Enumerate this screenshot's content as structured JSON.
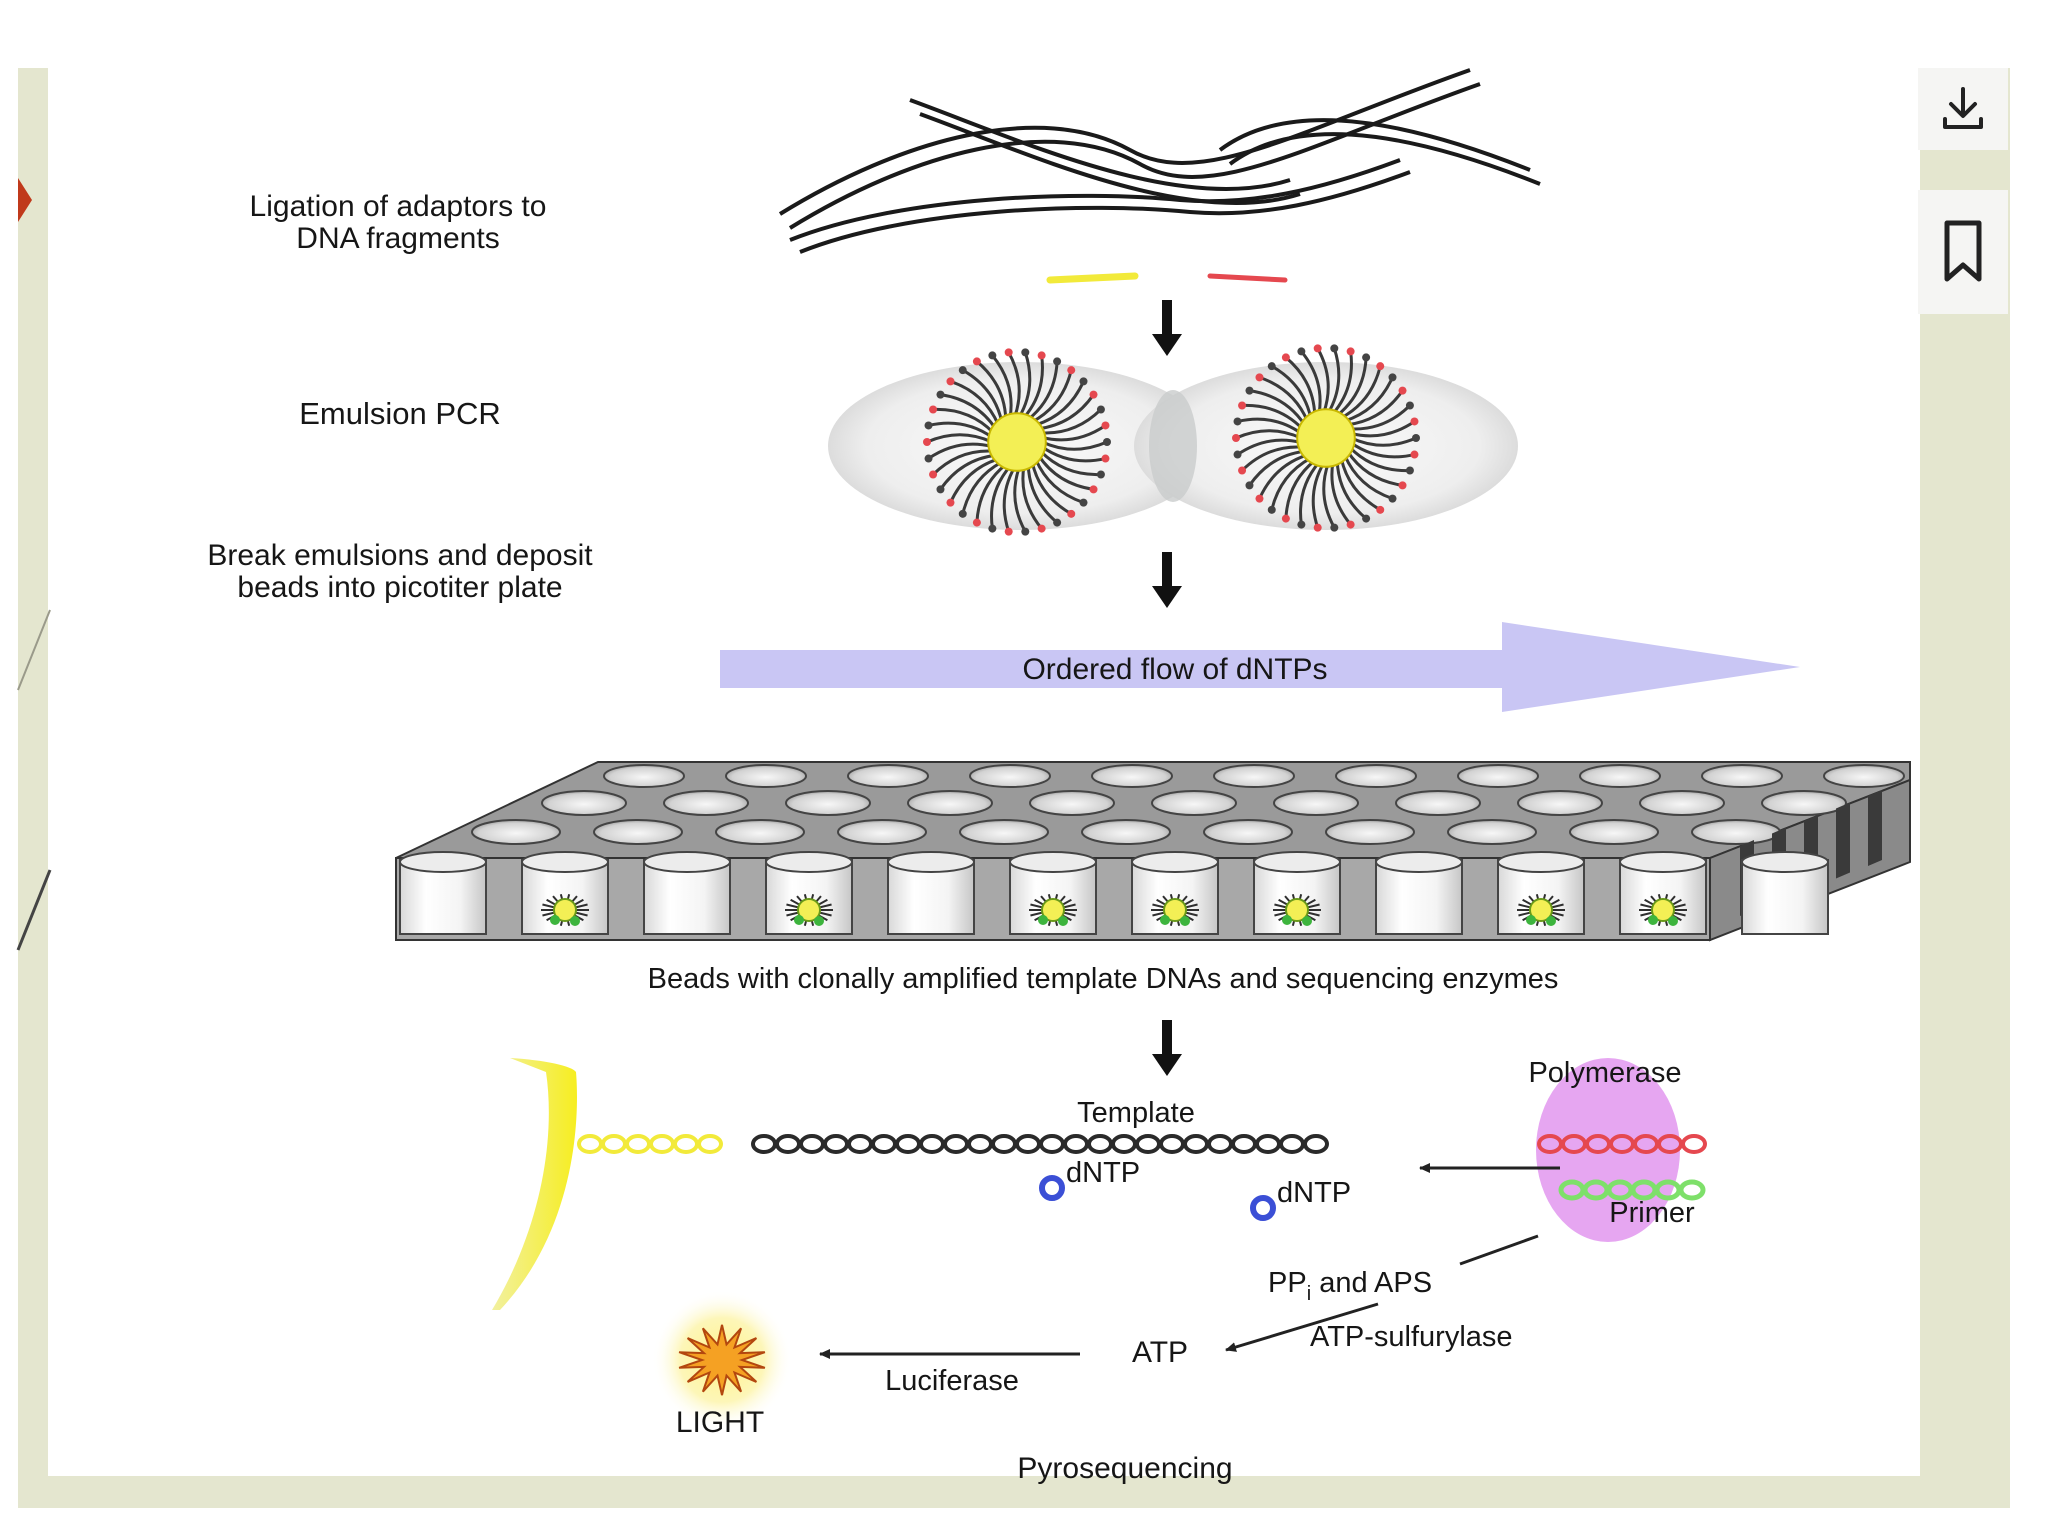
{
  "labels": {
    "ligation_line1": "Ligation of adaptors to",
    "ligation_line2": "DNA fragments",
    "emulsion_pcr": "Emulsion PCR",
    "break_line1": "Break emulsions and deposit",
    "break_line2": "beads into picotiter plate",
    "ordered_flow": "Ordered flow of dNTPs",
    "beads_caption": "Beads with clonally amplified template DNAs and sequencing enzymes",
    "polymerase": "Polymerase",
    "template": "Template",
    "dntp_1": "dNTP",
    "dntp_2": "dNTP",
    "primer": "Primer",
    "ppi_main": "PP",
    "ppi_sub": "i",
    "ppi_rest": " and APS",
    "atp_sulfurylase": "ATP-sulfurylase",
    "atp": "ATP",
    "luciferase": "Luciferase",
    "light": "LIGHT",
    "pyrosequencing": "Pyrosequencing"
  },
  "toolbar": {
    "download_icon": "download-icon",
    "bookmark_icon": "bookmark-icon"
  },
  "colors": {
    "frame": "#e4e6cf",
    "flow_arrow": "#c9c6f4",
    "adaptor_yellow": "#f2ea3a",
    "adaptor_red": "#e5484f",
    "polymerase": "#e39cf0",
    "primer_green": "#7ee06a",
    "dntp_blue": "#3b4fd6",
    "light_orange": "#f5a123",
    "bead_yellow": "#f3ef55"
  }
}
